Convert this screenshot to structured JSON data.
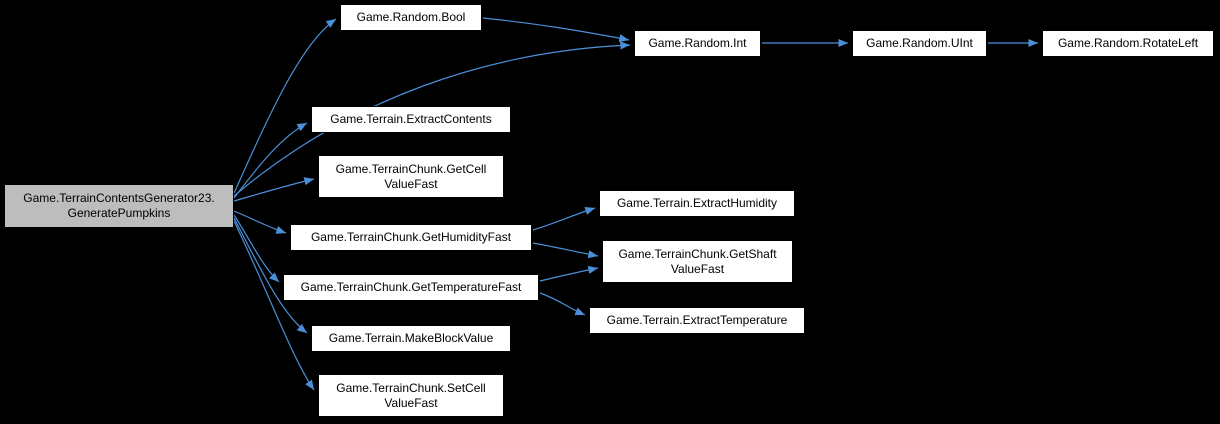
{
  "diagram": {
    "type": "call-graph",
    "colors": {
      "background": "#000000",
      "node_fill": "#ffffff",
      "main_node_fill": "#bdbdbd",
      "node_border": "#000000",
      "text": "#000000",
      "edge": "#4a90d9"
    },
    "nodes": [
      {
        "id": "generate-pumpkins",
        "lines": [
          "Game.TerrainContentsGenerator23.",
          "GeneratePumpkins"
        ]
      },
      {
        "id": "random-bool",
        "lines": [
          "Game.Random.Bool"
        ]
      },
      {
        "id": "random-int",
        "lines": [
          "Game.Random.Int"
        ]
      },
      {
        "id": "random-uint",
        "lines": [
          "Game.Random.UInt"
        ]
      },
      {
        "id": "random-rotateleft",
        "lines": [
          "Game.Random.RotateLeft"
        ]
      },
      {
        "id": "extract-contents",
        "lines": [
          "Game.Terrain.ExtractContents"
        ]
      },
      {
        "id": "get-cell-value-fast",
        "lines": [
          "Game.TerrainChunk.GetCell",
          "ValueFast"
        ]
      },
      {
        "id": "extract-humidity",
        "lines": [
          "Game.Terrain.ExtractHumidity"
        ]
      },
      {
        "id": "get-humidity-fast",
        "lines": [
          "Game.TerrainChunk.GetHumidityFast"
        ]
      },
      {
        "id": "get-shaft-value-fast",
        "lines": [
          "Game.TerrainChunk.GetShaft",
          "ValueFast"
        ]
      },
      {
        "id": "get-temperature-fast",
        "lines": [
          "Game.TerrainChunk.GetTemperatureFast"
        ]
      },
      {
        "id": "extract-temperature",
        "lines": [
          "Game.Terrain.ExtractTemperature"
        ]
      },
      {
        "id": "make-block-value",
        "lines": [
          "Game.Terrain.MakeBlockValue"
        ]
      },
      {
        "id": "set-cell-value-fast",
        "lines": [
          "Game.TerrainChunk.SetCell",
          "ValueFast"
        ]
      }
    ],
    "edges": [
      {
        "from": "Game.TerrainContentsGenerator23.GeneratePumpkins",
        "to": "Game.Random.Bool"
      },
      {
        "from": "Game.TerrainContentsGenerator23.GeneratePumpkins",
        "to": "Game.Random.Int"
      },
      {
        "from": "Game.Random.Bool",
        "to": "Game.Random.Int"
      },
      {
        "from": "Game.Random.Int",
        "to": "Game.Random.UInt"
      },
      {
        "from": "Game.Random.UInt",
        "to": "Game.Random.RotateLeft"
      },
      {
        "from": "Game.TerrainContentsGenerator23.GeneratePumpkins",
        "to": "Game.Terrain.ExtractContents"
      },
      {
        "from": "Game.TerrainContentsGenerator23.GeneratePumpkins",
        "to": "Game.TerrainChunk.GetCellValueFast"
      },
      {
        "from": "Game.TerrainContentsGenerator23.GeneratePumpkins",
        "to": "Game.TerrainChunk.GetHumidityFast"
      },
      {
        "from": "Game.TerrainContentsGenerator23.GeneratePumpkins",
        "to": "Game.TerrainChunk.GetTemperatureFast"
      },
      {
        "from": "Game.TerrainContentsGenerator23.GeneratePumpkins",
        "to": "Game.Terrain.MakeBlockValue"
      },
      {
        "from": "Game.TerrainContentsGenerator23.GeneratePumpkins",
        "to": "Game.TerrainChunk.SetCellValueFast"
      },
      {
        "from": "Game.TerrainChunk.GetHumidityFast",
        "to": "Game.Terrain.ExtractHumidity"
      },
      {
        "from": "Game.TerrainChunk.GetHumidityFast",
        "to": "Game.TerrainChunk.GetShaftValueFast"
      },
      {
        "from": "Game.TerrainChunk.GetTemperatureFast",
        "to": "Game.TerrainChunk.GetShaftValueFast"
      },
      {
        "from": "Game.TerrainChunk.GetTemperatureFast",
        "to": "Game.Terrain.ExtractTemperature"
      }
    ]
  }
}
